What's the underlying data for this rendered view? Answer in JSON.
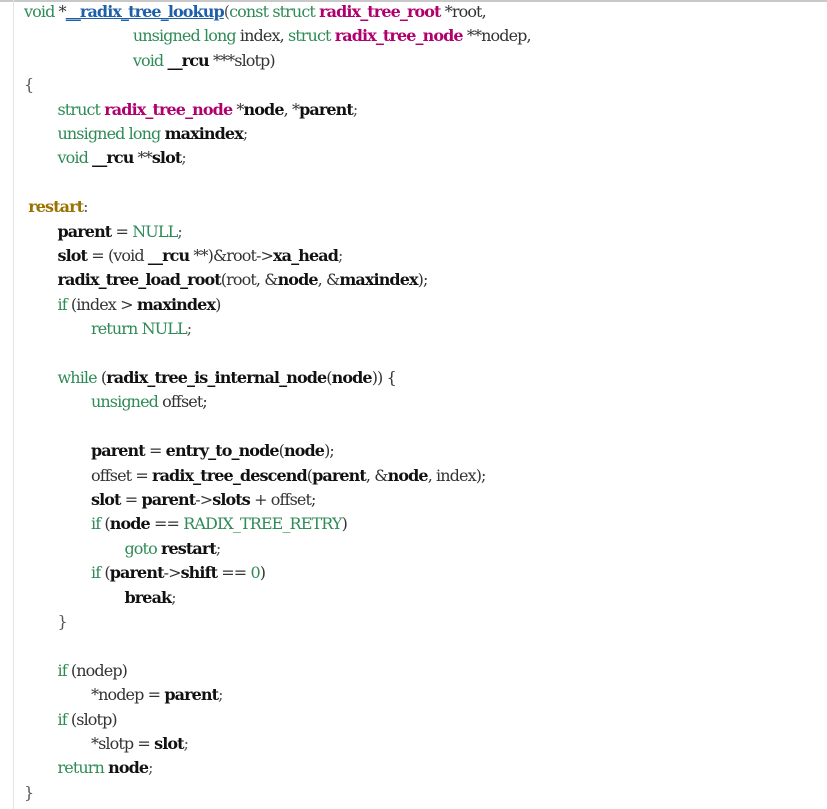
{
  "colors": {
    "keyword": "#2e8b57",
    "struct_type": "#b0006e",
    "function_name": "#1f5fa8",
    "label": "#9a7200",
    "identifier_bold": "#111111",
    "plain": "#333333",
    "background": "#ffffff"
  },
  "code": {
    "lines": [
      [
        [
          "kw",
          "void"
        ],
        [
          "plain",
          " *"
        ],
        [
          "func",
          "__radix_tree_lookup"
        ],
        [
          "punct",
          "("
        ],
        [
          "kw",
          "const struct "
        ],
        [
          "type",
          "radix_tree_root"
        ],
        [
          "plain",
          " *root,"
        ]
      ],
      [
        [
          "plain",
          "                          "
        ],
        [
          "kw",
          "unsigned long"
        ],
        [
          "plain",
          " index, "
        ],
        [
          "kw",
          "struct "
        ],
        [
          "type",
          "radix_tree_node"
        ],
        [
          "plain",
          " **nodep,"
        ]
      ],
      [
        [
          "plain",
          "                          "
        ],
        [
          "kw",
          "void "
        ],
        [
          "bold",
          "__rcu"
        ],
        [
          "plain",
          " ***slotp)"
        ]
      ],
      [
        [
          "punct",
          "{"
        ]
      ],
      [
        [
          "plain",
          "        "
        ],
        [
          "kw",
          "struct "
        ],
        [
          "type",
          "radix_tree_node"
        ],
        [
          "plain",
          " *"
        ],
        [
          "bold",
          "node"
        ],
        [
          "plain",
          ", *"
        ],
        [
          "bold",
          "parent"
        ],
        [
          "punct",
          ";"
        ]
      ],
      [
        [
          "plain",
          "        "
        ],
        [
          "kw",
          "unsigned long "
        ],
        [
          "bold",
          "maxindex"
        ],
        [
          "punct",
          ";"
        ]
      ],
      [
        [
          "plain",
          "        "
        ],
        [
          "kw",
          "void "
        ],
        [
          "bold",
          "__rcu"
        ],
        [
          "plain",
          " **"
        ],
        [
          "bold",
          "slot"
        ],
        [
          "punct",
          ";"
        ]
      ],
      [],
      [
        [
          "plain",
          " "
        ],
        [
          "label",
          "restart"
        ],
        [
          "punct",
          ":"
        ]
      ],
      [
        [
          "plain",
          "        "
        ],
        [
          "bold",
          "parent"
        ],
        [
          "plain",
          " = "
        ],
        [
          "const",
          "NULL"
        ],
        [
          "punct",
          ";"
        ]
      ],
      [
        [
          "plain",
          "        "
        ],
        [
          "bold",
          "slot"
        ],
        [
          "plain",
          " = (void "
        ],
        [
          "bold",
          "__rcu"
        ],
        [
          "plain",
          " **)&root->"
        ],
        [
          "bold",
          "xa_head"
        ],
        [
          "punct",
          ";"
        ]
      ],
      [
        [
          "plain",
          "        "
        ],
        [
          "bold",
          "radix_tree_load_root"
        ],
        [
          "plain",
          "(root, &"
        ],
        [
          "bold",
          "node"
        ],
        [
          "plain",
          ", &"
        ],
        [
          "bold",
          "maxindex"
        ],
        [
          "plain",
          ");"
        ]
      ],
      [
        [
          "plain",
          "        "
        ],
        [
          "kw",
          "if"
        ],
        [
          "plain",
          " (index > "
        ],
        [
          "bold",
          "maxindex"
        ],
        [
          "plain",
          ")"
        ]
      ],
      [
        [
          "plain",
          "                "
        ],
        [
          "kw",
          "return "
        ],
        [
          "const",
          "NULL"
        ],
        [
          "punct",
          ";"
        ]
      ],
      [],
      [
        [
          "plain",
          "        "
        ],
        [
          "kw",
          "while"
        ],
        [
          "plain",
          " ("
        ],
        [
          "bold",
          "radix_tree_is_internal_node"
        ],
        [
          "plain",
          "("
        ],
        [
          "bold",
          "node"
        ],
        [
          "plain",
          ")) {"
        ]
      ],
      [
        [
          "plain",
          "                "
        ],
        [
          "kw",
          "unsigned"
        ],
        [
          "plain",
          " offset;"
        ]
      ],
      [],
      [
        [
          "plain",
          "                "
        ],
        [
          "bold",
          "parent"
        ],
        [
          "plain",
          " = "
        ],
        [
          "bold",
          "entry_to_node"
        ],
        [
          "plain",
          "("
        ],
        [
          "bold",
          "node"
        ],
        [
          "plain",
          ");"
        ]
      ],
      [
        [
          "plain",
          "                offset = "
        ],
        [
          "bold",
          "radix_tree_descend"
        ],
        [
          "plain",
          "("
        ],
        [
          "bold",
          "parent"
        ],
        [
          "plain",
          ", &"
        ],
        [
          "bold",
          "node"
        ],
        [
          "plain",
          ", index);"
        ]
      ],
      [
        [
          "plain",
          "                "
        ],
        [
          "bold",
          "slot"
        ],
        [
          "plain",
          " = "
        ],
        [
          "bold",
          "parent"
        ],
        [
          "plain",
          "->"
        ],
        [
          "bold",
          "slots"
        ],
        [
          "plain",
          " + offset;"
        ]
      ],
      [
        [
          "plain",
          "                "
        ],
        [
          "kw",
          "if"
        ],
        [
          "plain",
          " ("
        ],
        [
          "bold",
          "node"
        ],
        [
          "plain",
          " == "
        ],
        [
          "const",
          "RADIX_TREE_RETRY"
        ],
        [
          "plain",
          ")"
        ]
      ],
      [
        [
          "plain",
          "                        "
        ],
        [
          "kw",
          "goto "
        ],
        [
          "bold",
          "restart"
        ],
        [
          "punct",
          ";"
        ]
      ],
      [
        [
          "plain",
          "                "
        ],
        [
          "kw",
          "if"
        ],
        [
          "plain",
          " ("
        ],
        [
          "bold",
          "parent"
        ],
        [
          "plain",
          "->"
        ],
        [
          "bold",
          "shift"
        ],
        [
          "plain",
          " == "
        ],
        [
          "const",
          "0"
        ],
        [
          "plain",
          ")"
        ]
      ],
      [
        [
          "plain",
          "                        "
        ],
        [
          "bold",
          "break"
        ],
        [
          "punct",
          ";"
        ]
      ],
      [
        [
          "plain",
          "        "
        ],
        [
          "punct",
          "}"
        ]
      ],
      [],
      [
        [
          "plain",
          "        "
        ],
        [
          "kw",
          "if"
        ],
        [
          "plain",
          " (nodep)"
        ]
      ],
      [
        [
          "plain",
          "                *nodep = "
        ],
        [
          "bold",
          "parent"
        ],
        [
          "punct",
          ";"
        ]
      ],
      [
        [
          "plain",
          "        "
        ],
        [
          "kw",
          "if"
        ],
        [
          "plain",
          " (slotp)"
        ]
      ],
      [
        [
          "plain",
          "                *slotp = "
        ],
        [
          "bold",
          "slot"
        ],
        [
          "punct",
          ";"
        ]
      ],
      [
        [
          "plain",
          "        "
        ],
        [
          "kw",
          "return "
        ],
        [
          "bold",
          "node"
        ],
        [
          "punct",
          ";"
        ]
      ],
      [
        [
          "punct",
          "}"
        ]
      ]
    ]
  }
}
